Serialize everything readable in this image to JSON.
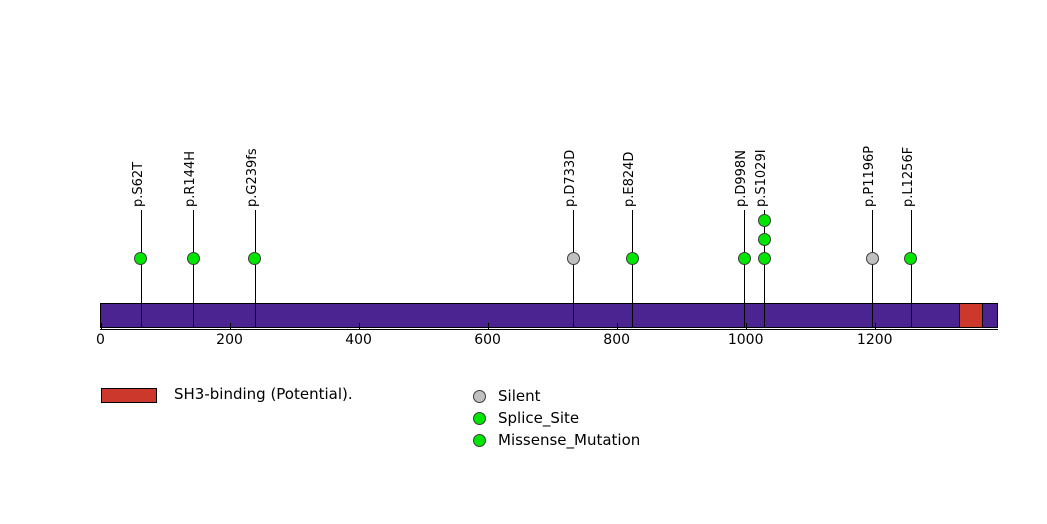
{
  "chart_data": {
    "type": "lollipop",
    "title": "",
    "xlabel": "",
    "ylabel": "",
    "xlim": [
      0,
      1391
    ],
    "axis_ticks": [
      {
        "value": 0,
        "label": "0"
      },
      {
        "value": 200,
        "label": "200"
      },
      {
        "value": 400,
        "label": "400"
      },
      {
        "value": 600,
        "label": "600"
      },
      {
        "value": 800,
        "label": "800"
      },
      {
        "value": 1000,
        "label": "1000"
      },
      {
        "value": 1200,
        "label": "1200"
      }
    ],
    "protein": {
      "length": 1391,
      "color": "#4b2491"
    },
    "domains": [
      {
        "name": "SH3-binding (Potential).",
        "start": 1331,
        "end": 1368,
        "color": "#cd382c"
      }
    ],
    "mutations": [
      {
        "label": "p.S62T",
        "position": 62,
        "count": 1,
        "type": "Missense_Mutation",
        "color": "#00e600"
      },
      {
        "label": "p.R144H",
        "position": 144,
        "count": 1,
        "type": "Missense_Mutation",
        "color": "#00e600"
      },
      {
        "label": "p.G239fs",
        "position": 239,
        "count": 1,
        "type": "Missense_Mutation",
        "color": "#00e600"
      },
      {
        "label": "p.D733D",
        "position": 733,
        "count": 1,
        "type": "Silent",
        "color": "#c0c0c0"
      },
      {
        "label": "p.E824D",
        "position": 824,
        "count": 1,
        "type": "Missense_Mutation",
        "color": "#00e600"
      },
      {
        "label": "p.D998N",
        "position": 998,
        "count": 1,
        "type": "Missense_Mutation",
        "color": "#00e600"
      },
      {
        "label": "p.S1029I",
        "position": 1029,
        "count": 3,
        "type": "Missense_Mutation",
        "color": "#00e600"
      },
      {
        "label": "p.P1196P",
        "position": 1196,
        "count": 1,
        "type": "Silent",
        "color": "#c0c0c0"
      },
      {
        "label": "p.L1256F",
        "position": 1256,
        "count": 1,
        "type": "Missense_Mutation",
        "color": "#00e600"
      }
    ],
    "legend_domains": [
      {
        "label": "SH3-binding (Potential).",
        "color": "#cd382c"
      }
    ],
    "legend_mutations": [
      {
        "label": "Silent",
        "color": "#c0c0c0"
      },
      {
        "label": "Splice_Site",
        "color": "#00e600"
      },
      {
        "label": "Missense_Mutation",
        "color": "#00e600"
      }
    ]
  }
}
